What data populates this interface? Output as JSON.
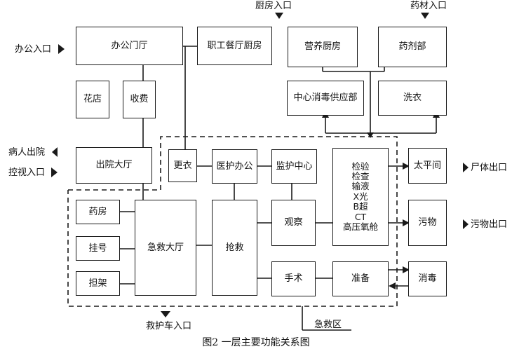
{
  "boxes": {
    "office_hall": "办公门厅",
    "staff_kitchen": "职工餐厅厨房",
    "nutrition_kitchen": "营养厨房",
    "pharmacy_dept": "药剂部",
    "flower_shop": "花店",
    "cashier": "收费",
    "central_sterile": "中心消毒供应部",
    "laundry": "洗衣",
    "discharge_hall": "出院大厅",
    "changing": "更衣",
    "nurse_office": "医护办公",
    "monitor_center": "监护中心",
    "tests": [
      "检验",
      "检查",
      "输液",
      "X光",
      "B超",
      "CT",
      "高压氧舱"
    ],
    "morgue": "太平间",
    "pharmacy": "药房",
    "registration": "挂号",
    "stretcher": "担架",
    "emergency_hall": "急救大厅",
    "rescue": "抢救",
    "observation": "观察",
    "waste": "污物",
    "surgery": "手术",
    "prep": "准备",
    "disinfect": "消毒"
  },
  "labels": {
    "kitchen_entry": "厨房入口",
    "drug_entry": "药材入口",
    "office_entry": "办公入口",
    "patient_discharge": "病人出院",
    "visitor_entry": "控视入口",
    "body_exit": "尸体出口",
    "waste_exit": "污物出口",
    "ambulance_entry": "救护车入口",
    "emergency_zone": "急救区"
  },
  "caption": "图2 一层主要功能关系图"
}
